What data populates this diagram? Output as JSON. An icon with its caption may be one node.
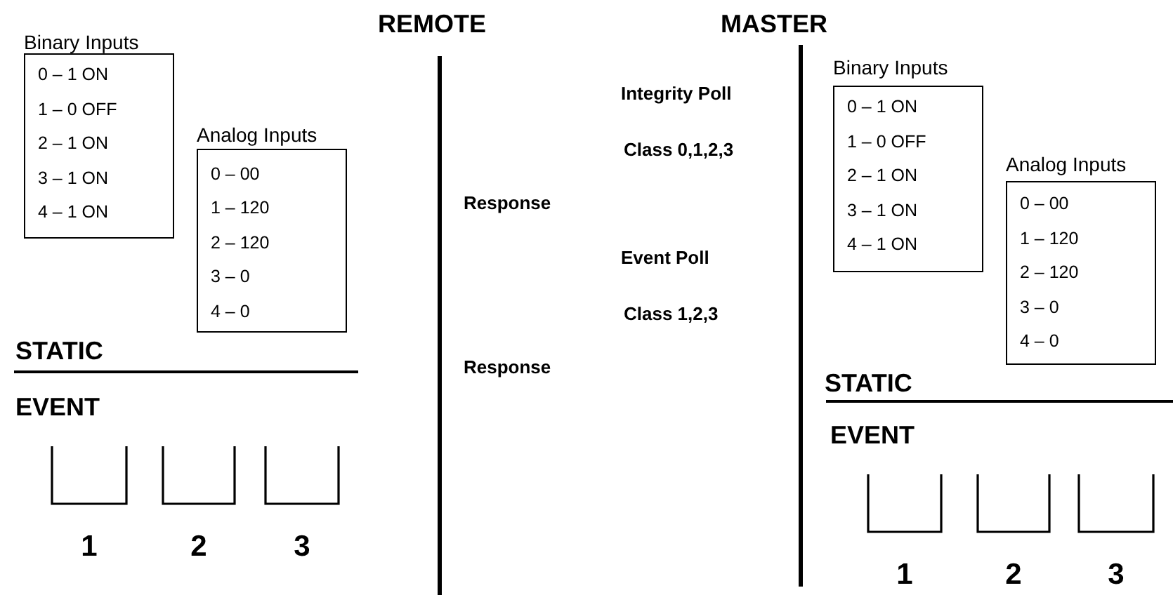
{
  "diagram": {
    "nodes": [
      {
        "text": [
          "Binary Inputs",
          "0 – 1 ON",
          "1 – 0 OFF",
          "2 – 1 ON",
          "3 – 1 ON",
          "4 – 1 ON"
        ]
      },
      {
        "text": [
          "Analog Inputs",
          "0 – 00",
          "1 – 120",
          "2 – 120",
          "3 – 0",
          "4 – 0"
        ]
      },
      {
        "text": [
          "1"
        ]
      },
      {
        "text": [
          "2"
        ]
      },
      {
        "text": [
          "3"
        ]
      },
      {
        "text": [
          "Binary Inputs",
          "0 – 1 ON",
          "1 – 0 OFF",
          "2 – 1 ON",
          "3 – 1 ON",
          "4 – 1 ON"
        ]
      },
      {
        "text": [
          "Analog Inputs",
          "0 – 00",
          "1 – 120",
          "2 – 120",
          "3 – 0",
          "4 – 0"
        ]
      },
      {
        "text": [
          "1"
        ]
      },
      {
        "text": [
          "2"
        ]
      },
      {
        "text": [
          "3"
        ]
      }
    ],
    "labels": [
      "REMOTE",
      "MASTER",
      "Integrity Poll",
      "Class 0,1,2,3",
      "Response",
      "Event Poll",
      "Class 1,2,3",
      "Response",
      "STATIC",
      "EVENT",
      "STATIC",
      "EVENT"
    ]
  }
}
